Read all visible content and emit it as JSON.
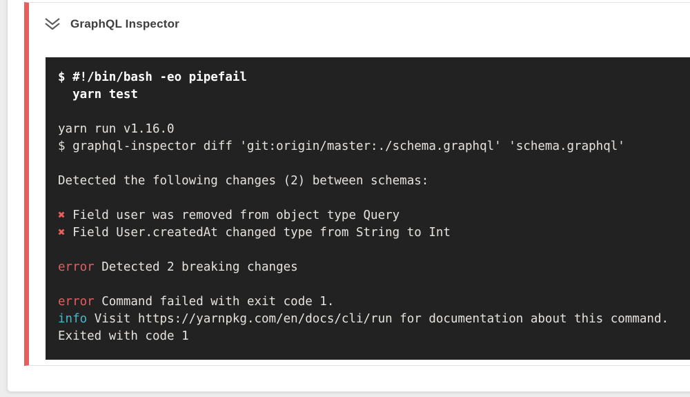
{
  "page": {
    "background_color": "#ededed"
  },
  "step": {
    "title": "GraphQL Inspector",
    "status_border_color": "#e65f5f",
    "chevron_icon": "chevron-double-down-icon",
    "chevron_color": "#5e5e5e"
  },
  "terminal": {
    "background_color": "#222222",
    "colors": {
      "command": "#ffffff",
      "output": "#e6e3df",
      "cross": "#ea5e5e",
      "error": "#e25f62",
      "info": "#45b8c9"
    },
    "lines": [
      {
        "segments": [
          {
            "style": "command",
            "text": "$ #!/bin/bash -eo pipefail"
          }
        ]
      },
      {
        "segments": [
          {
            "style": "command",
            "text": "  yarn test"
          }
        ]
      },
      {
        "segments": []
      },
      {
        "segments": [
          {
            "style": "output",
            "text": "yarn run v1.16.0"
          }
        ]
      },
      {
        "segments": [
          {
            "style": "output",
            "text": "$ graphql-inspector diff 'git:origin/master:./schema.graphql' 'schema.graphql'"
          }
        ]
      },
      {
        "segments": []
      },
      {
        "segments": [
          {
            "style": "output",
            "text": "Detected the following changes (2) between schemas:"
          }
        ]
      },
      {
        "segments": []
      },
      {
        "segments": [
          {
            "style": "cross",
            "text": "✖"
          },
          {
            "style": "output",
            "text": " Field user was removed from object type Query"
          }
        ]
      },
      {
        "segments": [
          {
            "style": "cross",
            "text": "✖"
          },
          {
            "style": "output",
            "text": " Field User.createdAt changed type from String to Int"
          }
        ]
      },
      {
        "segments": []
      },
      {
        "segments": [
          {
            "style": "error",
            "text": "error"
          },
          {
            "style": "output",
            "text": " Detected 2 breaking changes"
          }
        ]
      },
      {
        "segments": []
      },
      {
        "segments": [
          {
            "style": "error",
            "text": "error"
          },
          {
            "style": "output",
            "text": " Command failed with exit code 1."
          }
        ]
      },
      {
        "segments": [
          {
            "style": "info",
            "text": "info"
          },
          {
            "style": "output",
            "text": " Visit https://yarnpkg.com/en/docs/cli/run for documentation about this command."
          }
        ]
      },
      {
        "segments": [
          {
            "style": "output",
            "text": "Exited with code 1"
          }
        ]
      }
    ]
  }
}
